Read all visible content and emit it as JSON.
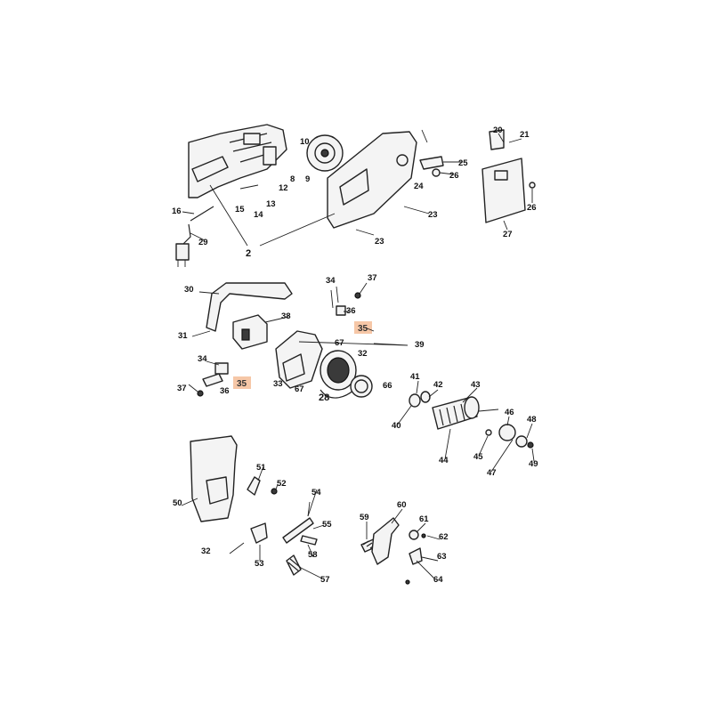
{
  "callouts": {
    "c2": "2",
    "c8": "8",
    "c9": "9",
    "c10": "10",
    "c12": "12",
    "c13": "13",
    "c14": "14",
    "c15": "15",
    "c16": "16",
    "c20": "20",
    "c21": "21",
    "c23a": "23",
    "c23b": "23",
    "c24": "24",
    "c25": "25",
    "c26a": "26",
    "c26b": "26",
    "c27": "27",
    "c28": "28",
    "c29": "29",
    "c30": "30",
    "c31": "31",
    "c32a": "32",
    "c32b": "32",
    "c33": "33",
    "c34a": "34",
    "c34b": "34",
    "c35a": "35",
    "c35b": "35",
    "c36a": "36",
    "c36b": "36",
    "c37a": "37",
    "c37b": "37",
    "c38": "38",
    "c39": "39",
    "c40": "40",
    "c41": "41",
    "c42": "42",
    "c43": "43",
    "c44": "44",
    "c45": "45",
    "c46": "46",
    "c47": "47",
    "c48": "48",
    "c49": "49",
    "c50": "50",
    "c51": "51",
    "c52": "52",
    "c53": "53",
    "c54": "54",
    "c55": "55",
    "c57": "57",
    "c58": "58",
    "c59": "59",
    "c60": "60",
    "c61": "61",
    "c62": "62",
    "c63": "63",
    "c64": "64",
    "c66": "66",
    "c67a": "67",
    "c67b": "67"
  },
  "highlight_color": "#f6c7a7"
}
